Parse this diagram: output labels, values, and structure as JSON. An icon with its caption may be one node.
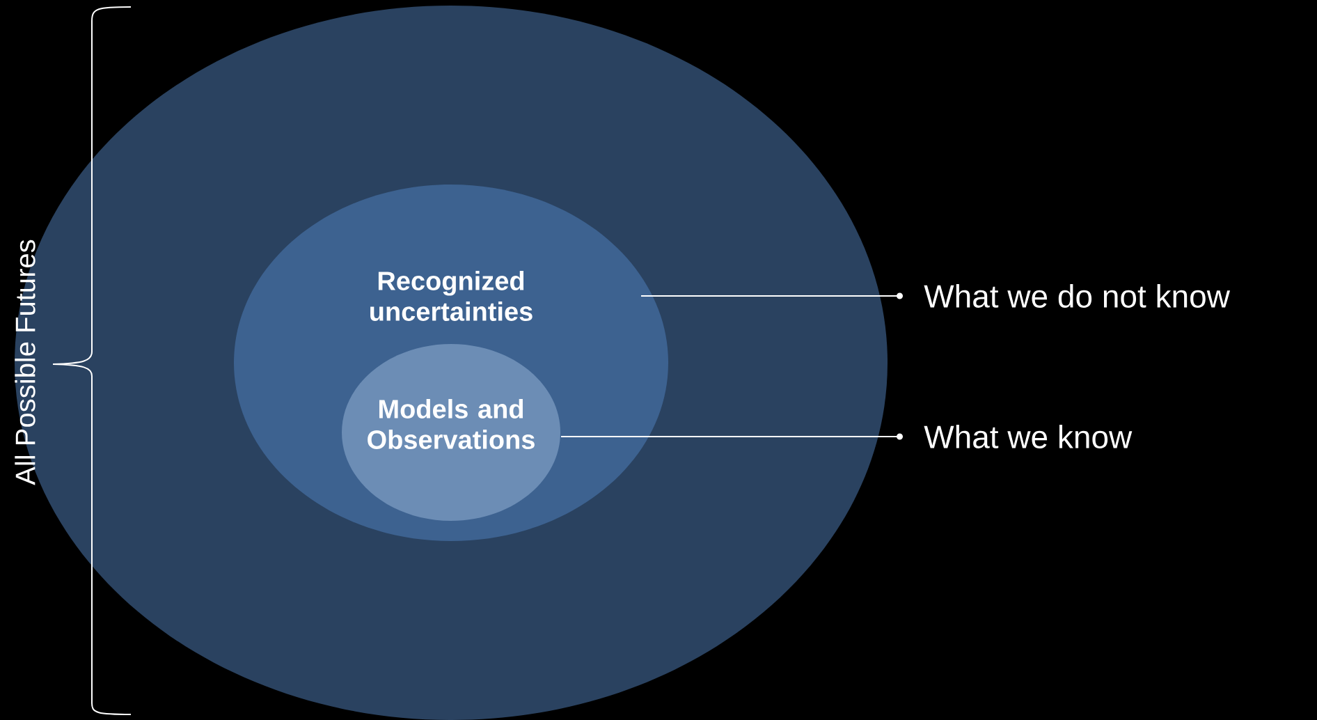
{
  "diagram": {
    "nodes": [
      {
        "text": [],
        "shape": "ellipse"
      },
      {
        "text": [
          "Recognized uncertainties"
        ],
        "in": 0
      },
      {
        "text": [
          "Models and Observations"
        ],
        "in": 1
      },
      {
        "text": [
          "What we do not know"
        ]
      },
      {
        "text": [
          "What we know"
        ]
      }
    ],
    "edges": [
      {
        "from": 1,
        "to": 3,
        "arrow": "to"
      },
      {
        "from": 2,
        "to": 4,
        "arrow": "to"
      }
    ],
    "labels": [
      "All Possible Futures"
    ]
  }
}
